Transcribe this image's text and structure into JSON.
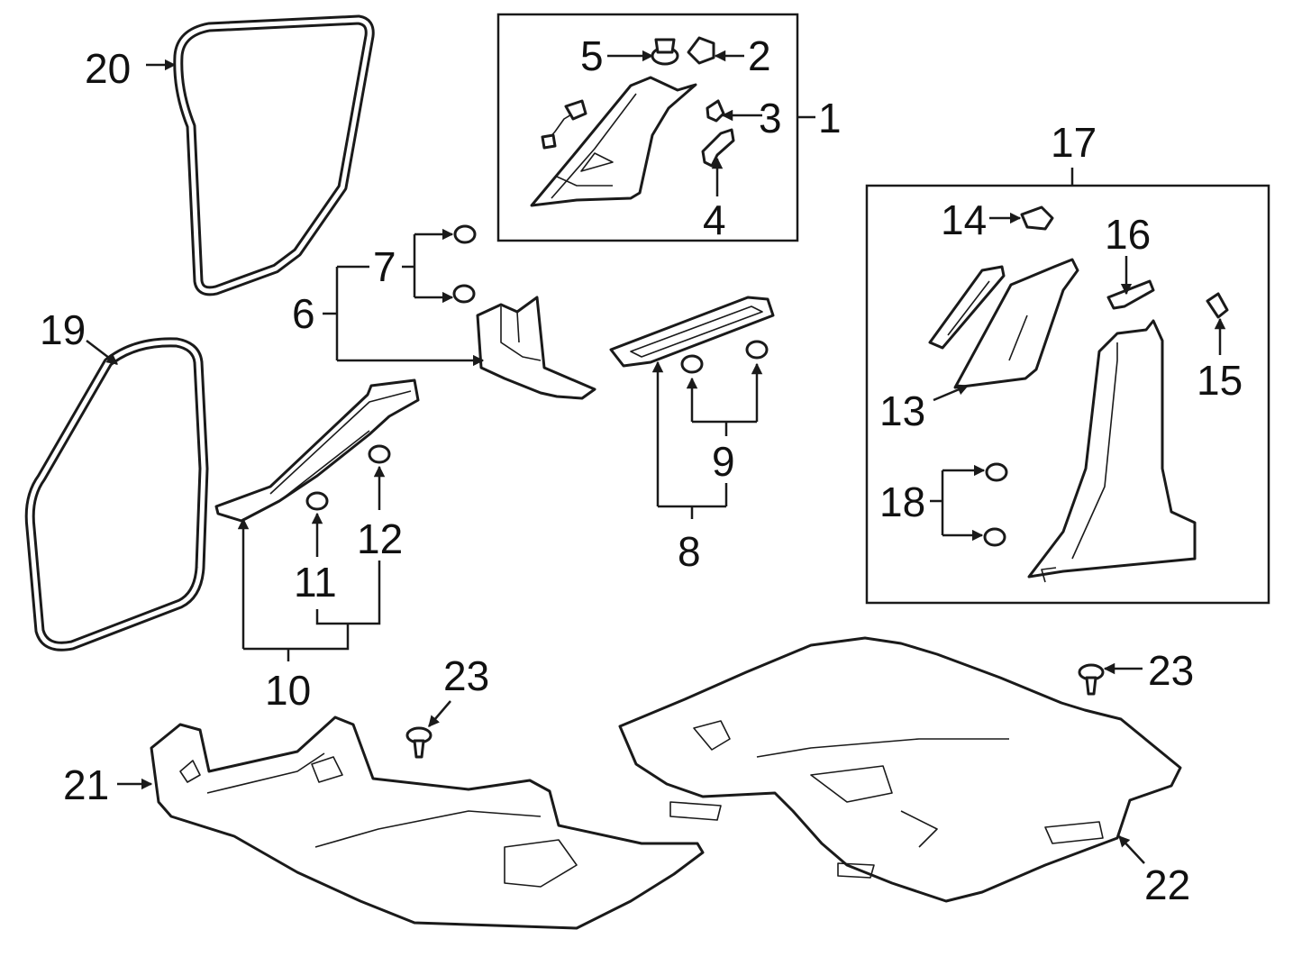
{
  "callouts": {
    "c1": "1",
    "c2": "2",
    "c3": "3",
    "c4": "4",
    "c5": "5",
    "c6": "6",
    "c7": "7",
    "c8": "8",
    "c9": "9",
    "c10": "10",
    "c11": "11",
    "c12": "12",
    "c13": "13",
    "c14": "14",
    "c15": "15",
    "c16": "16",
    "c17": "17",
    "c18": "18",
    "c19": "19",
    "c20": "20",
    "c21": "21",
    "c22": "22",
    "c23a": "23",
    "c23b": "23"
  },
  "colors": {
    "line": "#1a1a1a",
    "background": "#ffffff"
  }
}
